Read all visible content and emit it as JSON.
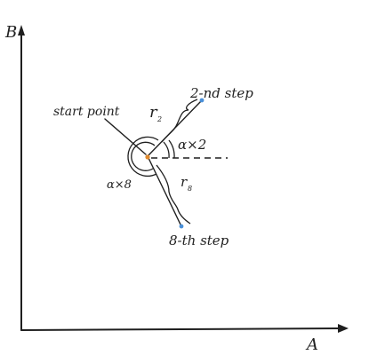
{
  "axes": {
    "y_label": "B",
    "x_label": "A"
  },
  "labels": {
    "start_point": "start point",
    "step_2": "2-nd step",
    "step_8": "8-th step",
    "r_upper": "r",
    "r_upper_sub": "2",
    "r_lower": "r",
    "r_lower_sub": "8",
    "angle_2": "α×2",
    "angle_8": "α×8"
  },
  "colors": {
    "ink": "#1f1f1f",
    "start_point": "#e08a2e",
    "step_points": "#4a90d9"
  }
}
